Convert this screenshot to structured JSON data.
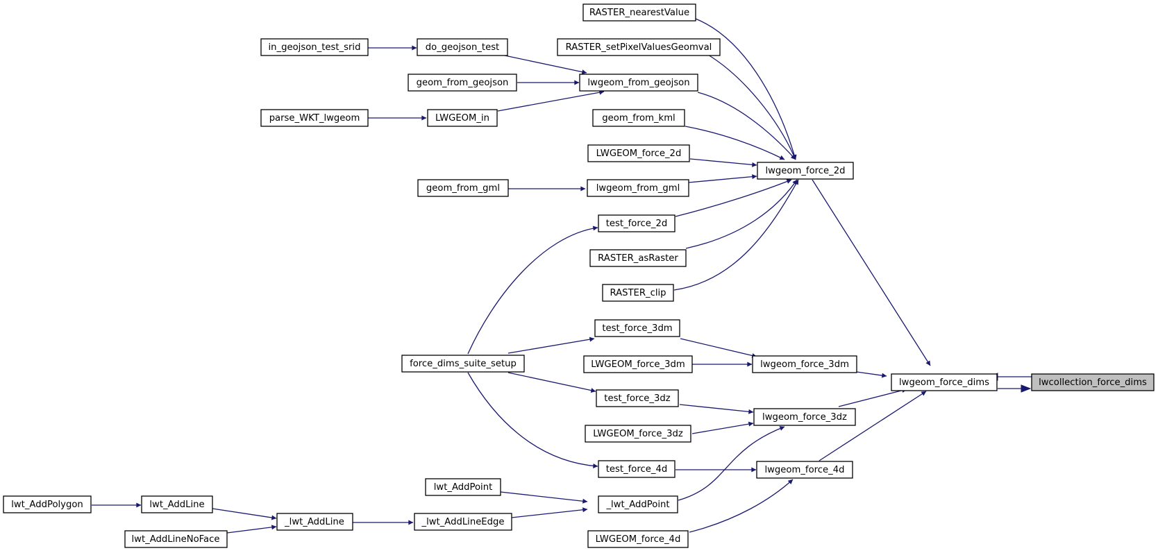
{
  "colors": {
    "edge": "#191970",
    "highlight_fill": "#bfbfbf",
    "node_fill": "#ffffff",
    "node_stroke": "#000000"
  },
  "nodes": {
    "lwcollection_force_dims": "lwcollection_force_dims",
    "lwgeom_force_dims": "lwgeom_force_dims",
    "lwgeom_force_2d": "lwgeom_force_2d",
    "lwgeom_force_3dm": "lwgeom_force_3dm",
    "lwgeom_force_3dz": "lwgeom_force_3dz",
    "lwgeom_force_4d": "lwgeom_force_4d",
    "RASTER_nearestValue": "RASTER_nearestValue",
    "RASTER_setPixelValuesGeomval": "RASTER_setPixelValuesGeomval",
    "lwgeom_from_geojson": "lwgeom_from_geojson",
    "geom_from_kml": "geom_from_kml",
    "LWGEOM_force_2d": "LWGEOM_force_2d",
    "lwgeom_from_gml": "lwgeom_from_gml",
    "test_force_2d": "test_force_2d",
    "RASTER_asRaster": "RASTER_asRaster",
    "RASTER_clip": "RASTER_clip",
    "test_force_3dm": "test_force_3dm",
    "LWGEOM_force_3dm": "LWGEOM_force_3dm",
    "test_force_3dz": "test_force_3dz",
    "LWGEOM_force_3dz": "LWGEOM_force_3dz",
    "test_force_4d": "test_force_4d",
    "_lwt_AddPoint": "_lwt_AddPoint",
    "LWGEOM_force_4d": "LWGEOM_force_4d",
    "do_geojson_test": "do_geojson_test",
    "geom_from_geojson": "geom_from_geojson",
    "LWGEOM_in": "LWGEOM_in",
    "in_geojson_test_srid": "in_geojson_test_srid",
    "parse_WKT_lwgeom": "parse_WKT_lwgeom",
    "geom_from_gml": "geom_from_gml",
    "force_dims_suite_setup": "force_dims_suite_setup",
    "lwt_AddPoint": "lwt_AddPoint",
    "_lwt_AddLineEdge": "_lwt_AddLineEdge",
    "_lwt_AddLine": "_lwt_AddLine",
    "lwt_AddLine": "lwt_AddLine",
    "lwt_AddLineNoFace": "lwt_AddLineNoFace",
    "lwt_AddPolygon": "lwt_AddPolygon"
  }
}
